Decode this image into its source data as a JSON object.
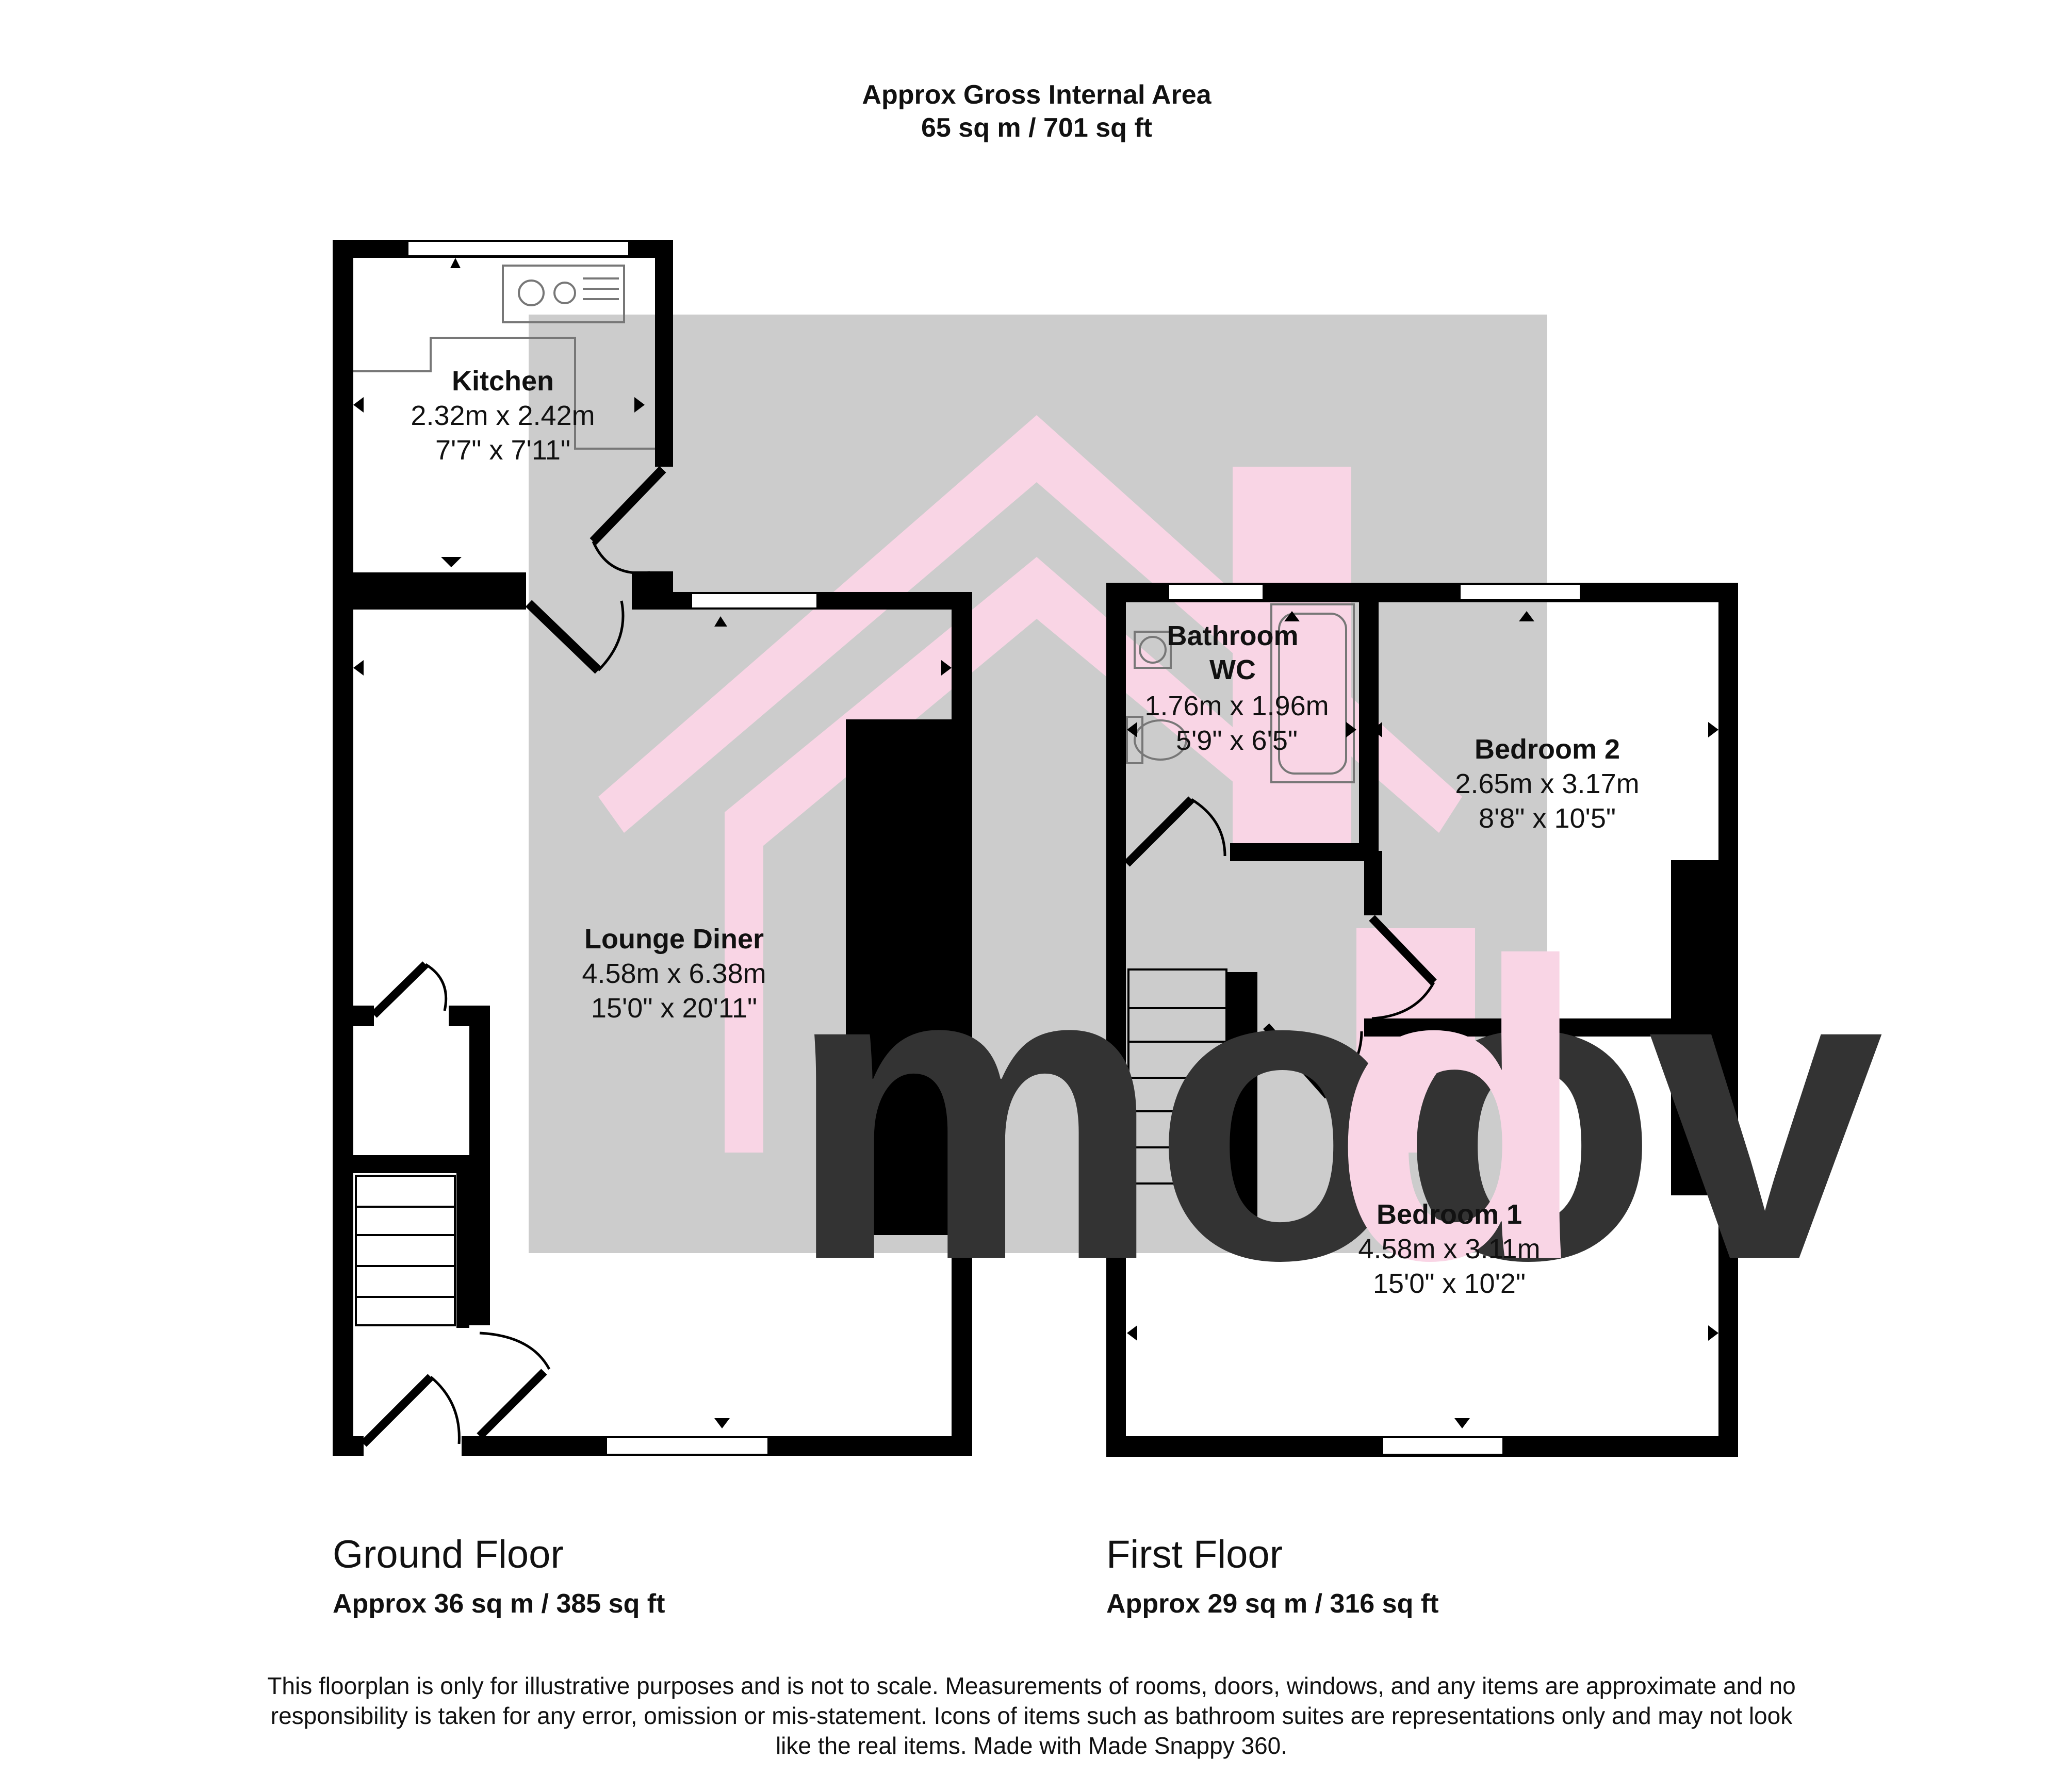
{
  "header": {
    "title": "Approx Gross Internal Area",
    "area": "65 sq m / 701 sq ft"
  },
  "watermark": {
    "brand_part1": "moov",
    "brand_part2": "d",
    "colors": {
      "panel": "#cccccc",
      "pink": "#f9d5e5",
      "dark": "#333333",
      "white": "#ffffff"
    }
  },
  "floors": [
    {
      "name": "Ground Floor",
      "area": "Approx 36 sq m / 385 sq ft",
      "rooms": [
        {
          "name": "Kitchen",
          "dims_m": "2.32m x 2.42m",
          "dims_ft": "7'7\" x 7'11\""
        },
        {
          "name": "Lounge Diner",
          "dims_m": "4.58m x 6.38m",
          "dims_ft": "15'0\" x 20'11\""
        }
      ]
    },
    {
      "name": "First Floor",
      "area": "Approx 29 sq m / 316 sq ft",
      "rooms": [
        {
          "name": "Bathroom",
          "name2": "WC",
          "dims_m": "1.76m x 1.96m",
          "dims_ft": "5'9\" x 6'5\""
        },
        {
          "name": "Bedroom 2",
          "dims_m": "2.65m x 3.17m",
          "dims_ft": "8'8\" x 10'5\""
        },
        {
          "name": "Bedroom 1",
          "dims_m": "4.58m x 3.11m",
          "dims_ft": "15'0\" x 10'2\""
        }
      ]
    }
  ],
  "disclaimer": "This floorplan is only for illustrative purposes and is not to scale. Measurements of rooms, doors, windows, and any items are approximate and no responsibility is taken for any error, omission or mis-statement. Icons of items such as bathroom suites are representations only and may not look like the real items. Made with Made Snappy 360."
}
